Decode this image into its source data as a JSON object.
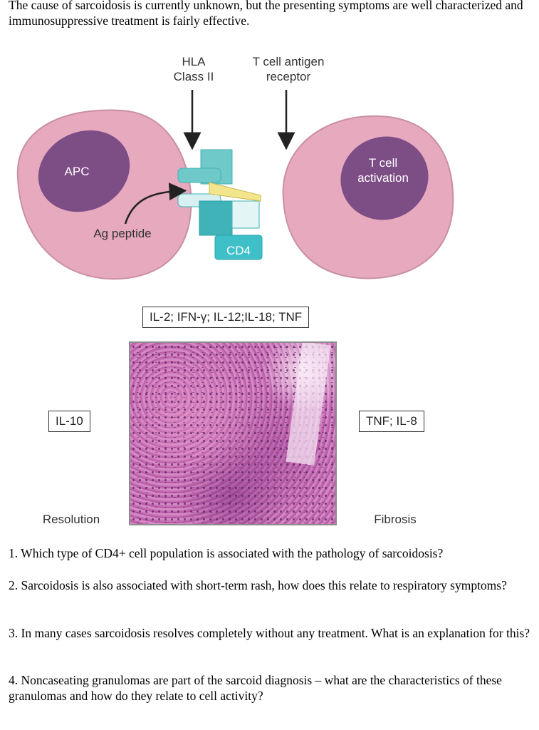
{
  "intro": "The cause of sarcoidosis is currently unknown, but the presenting symptoms are well characterized and immunosuppressive treatment is fairly effective.",
  "figure": {
    "hla_label": "HLA\nClass II",
    "tcr_label": "T cell antigen\nreceptor",
    "apc_label": "APC",
    "tcell_label": "T cell\nactivation",
    "ag_label": "Ag peptide",
    "cd4_label": "CD4",
    "cytokines_top": "IL-2; IFN-γ; IL-12;IL-18; TNF",
    "cytokine_left": "IL-10",
    "cytokine_right": "TNF; IL-8",
    "outcome_left": "Resolution",
    "outcome_right": "Fibrosis",
    "colors": {
      "cell": "#e6a9bd",
      "cell_border": "#c98fa4",
      "nucleus": "#7d4d86",
      "receptor": "#6fc9c9",
      "receptor_dark": "#3fb3b8",
      "peptide": "#f3e58c"
    }
  },
  "questions": [
    "1. Which type of CD4+ cell population is associated with the pathology of sarcoidosis?",
    "2. Sarcoidosis is also associated with short-term rash, how does this relate to respiratory symptoms?",
    "3. In many cases sarcoidosis resolves completely without any treatment. What is an explanation for this?",
    "4. Noncaseating granulomas are part of the sarcoid diagnosis – what are the characteristics of these granulomas and how do they relate to cell activity?"
  ]
}
